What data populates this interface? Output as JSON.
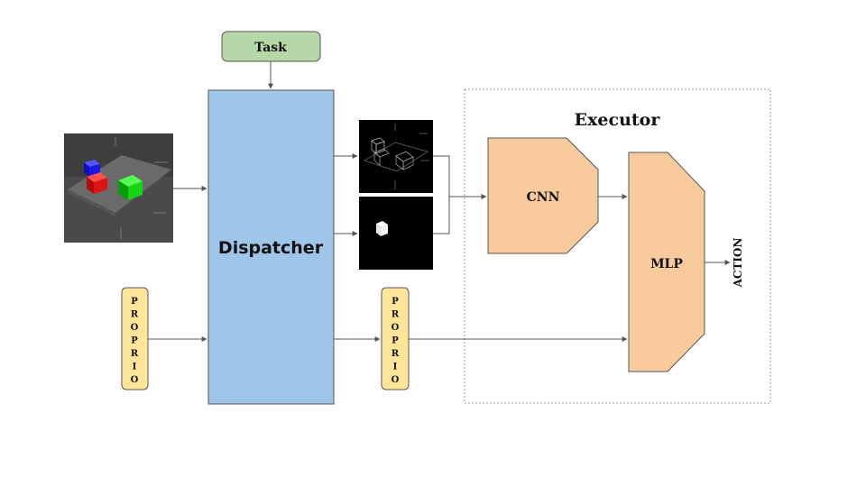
{
  "task_label": "Task",
  "dispatcher_label": "Dispatcher",
  "executor_title": "Executor",
  "cnn_label": "CNN",
  "mlp_label": "MLP",
  "action_label": "ACTION",
  "proprio_input_label": "PROPRIO",
  "proprio_mid_label": "PROPRIO",
  "colors": {
    "task_fill": "#b6d7a8",
    "dispatcher_fill": "#9fc5e8",
    "proprio_fill": "#ffe599",
    "network_fill": "#f9cb9c",
    "cube_blue": "#1a1ae6",
    "cube_red": "#e01414",
    "cube_green": "#14d414"
  },
  "icons": {
    "scene_image": "3d-cube-scene-image",
    "edge_mask": "edge-mask-image",
    "object_mask": "object-mask-image"
  }
}
